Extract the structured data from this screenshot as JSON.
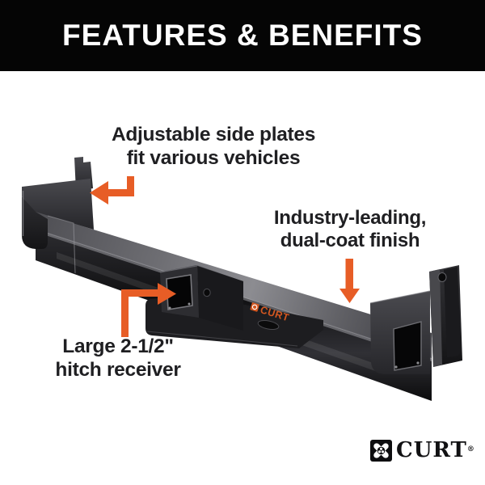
{
  "header": {
    "title": "FEATURES & BENEFITS"
  },
  "annotations": {
    "side_plates": {
      "line1": "Adjustable side plates",
      "line2": "fit various vehicles"
    },
    "finish": {
      "line1": "Industry-leading,",
      "line2": "dual-coat finish"
    },
    "receiver": {
      "line1": "Large 2-1/2\"",
      "line2": "hitch receiver"
    }
  },
  "product": {
    "description": "black weld-on trailer hitch with adjustable side plates and 2-1/2 inch receiver",
    "tube_logo_text": "CURT"
  },
  "brand": {
    "logo_text": "CURT",
    "registered_mark": "®"
  },
  "icons": [
    "curt-compass-icon",
    "arrow-left-icon",
    "arrow-down-icon",
    "arrow-right-icon"
  ],
  "colors": {
    "header_bg": "#050505",
    "header_text": "#ffffff",
    "annotation_text": "#1f1f22",
    "arrow_orange": "#e75d26",
    "tube_logo_orange": "#d35720",
    "logo_black": "#111113",
    "background": "#ffffff"
  }
}
